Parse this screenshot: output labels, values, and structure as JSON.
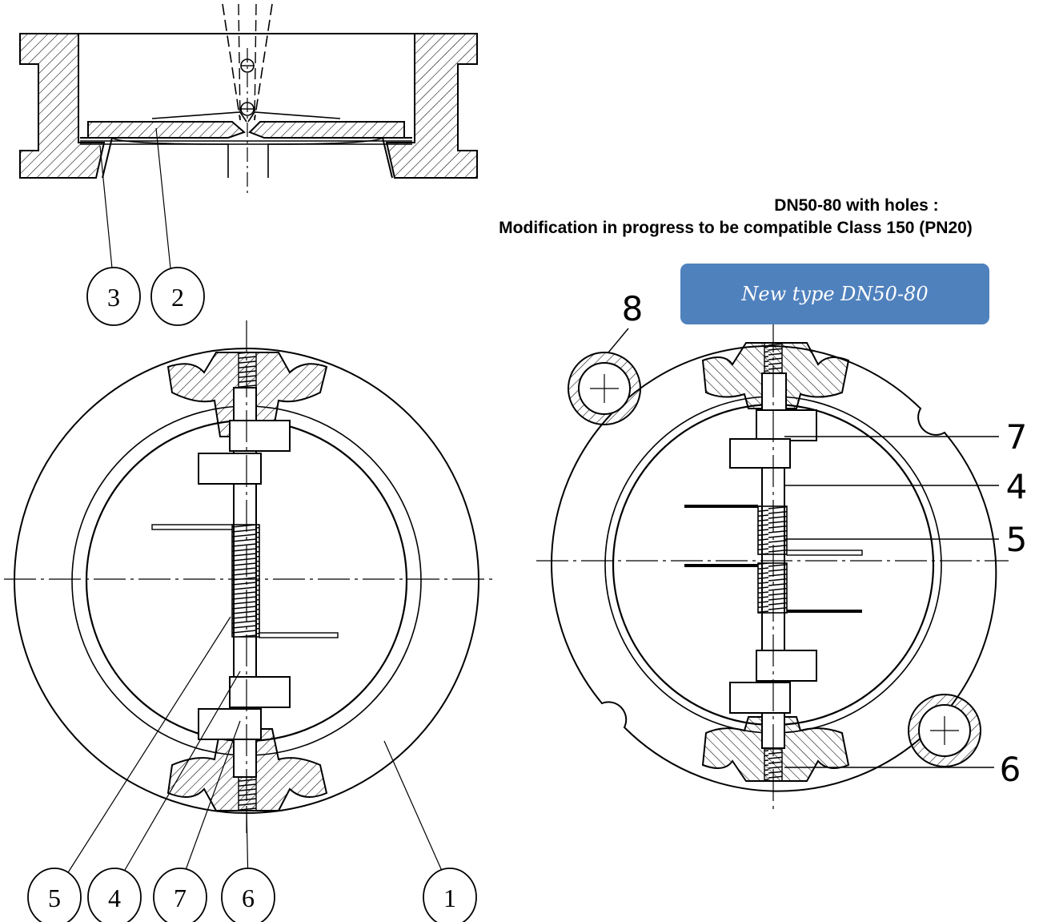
{
  "notes": {
    "line1": "DN50-80 with holes :",
    "line2": "Modification in progress to be compatible Class 150 (PN20)"
  },
  "badge": {
    "label": "New type DN50-80",
    "color": "#4f81bd",
    "text_color": "#ffffff"
  },
  "balloons": {
    "b3": "3",
    "b2": "2",
    "b5": "5",
    "b4": "4",
    "b7": "7",
    "b6": "6",
    "b1": "1"
  },
  "callouts": {
    "c8": "8",
    "c7": "7",
    "c4": "4",
    "c5": "5",
    "c6": "6"
  },
  "colors": {
    "line": "#000000",
    "hatch": "#000000",
    "background": "#ffffff"
  }
}
